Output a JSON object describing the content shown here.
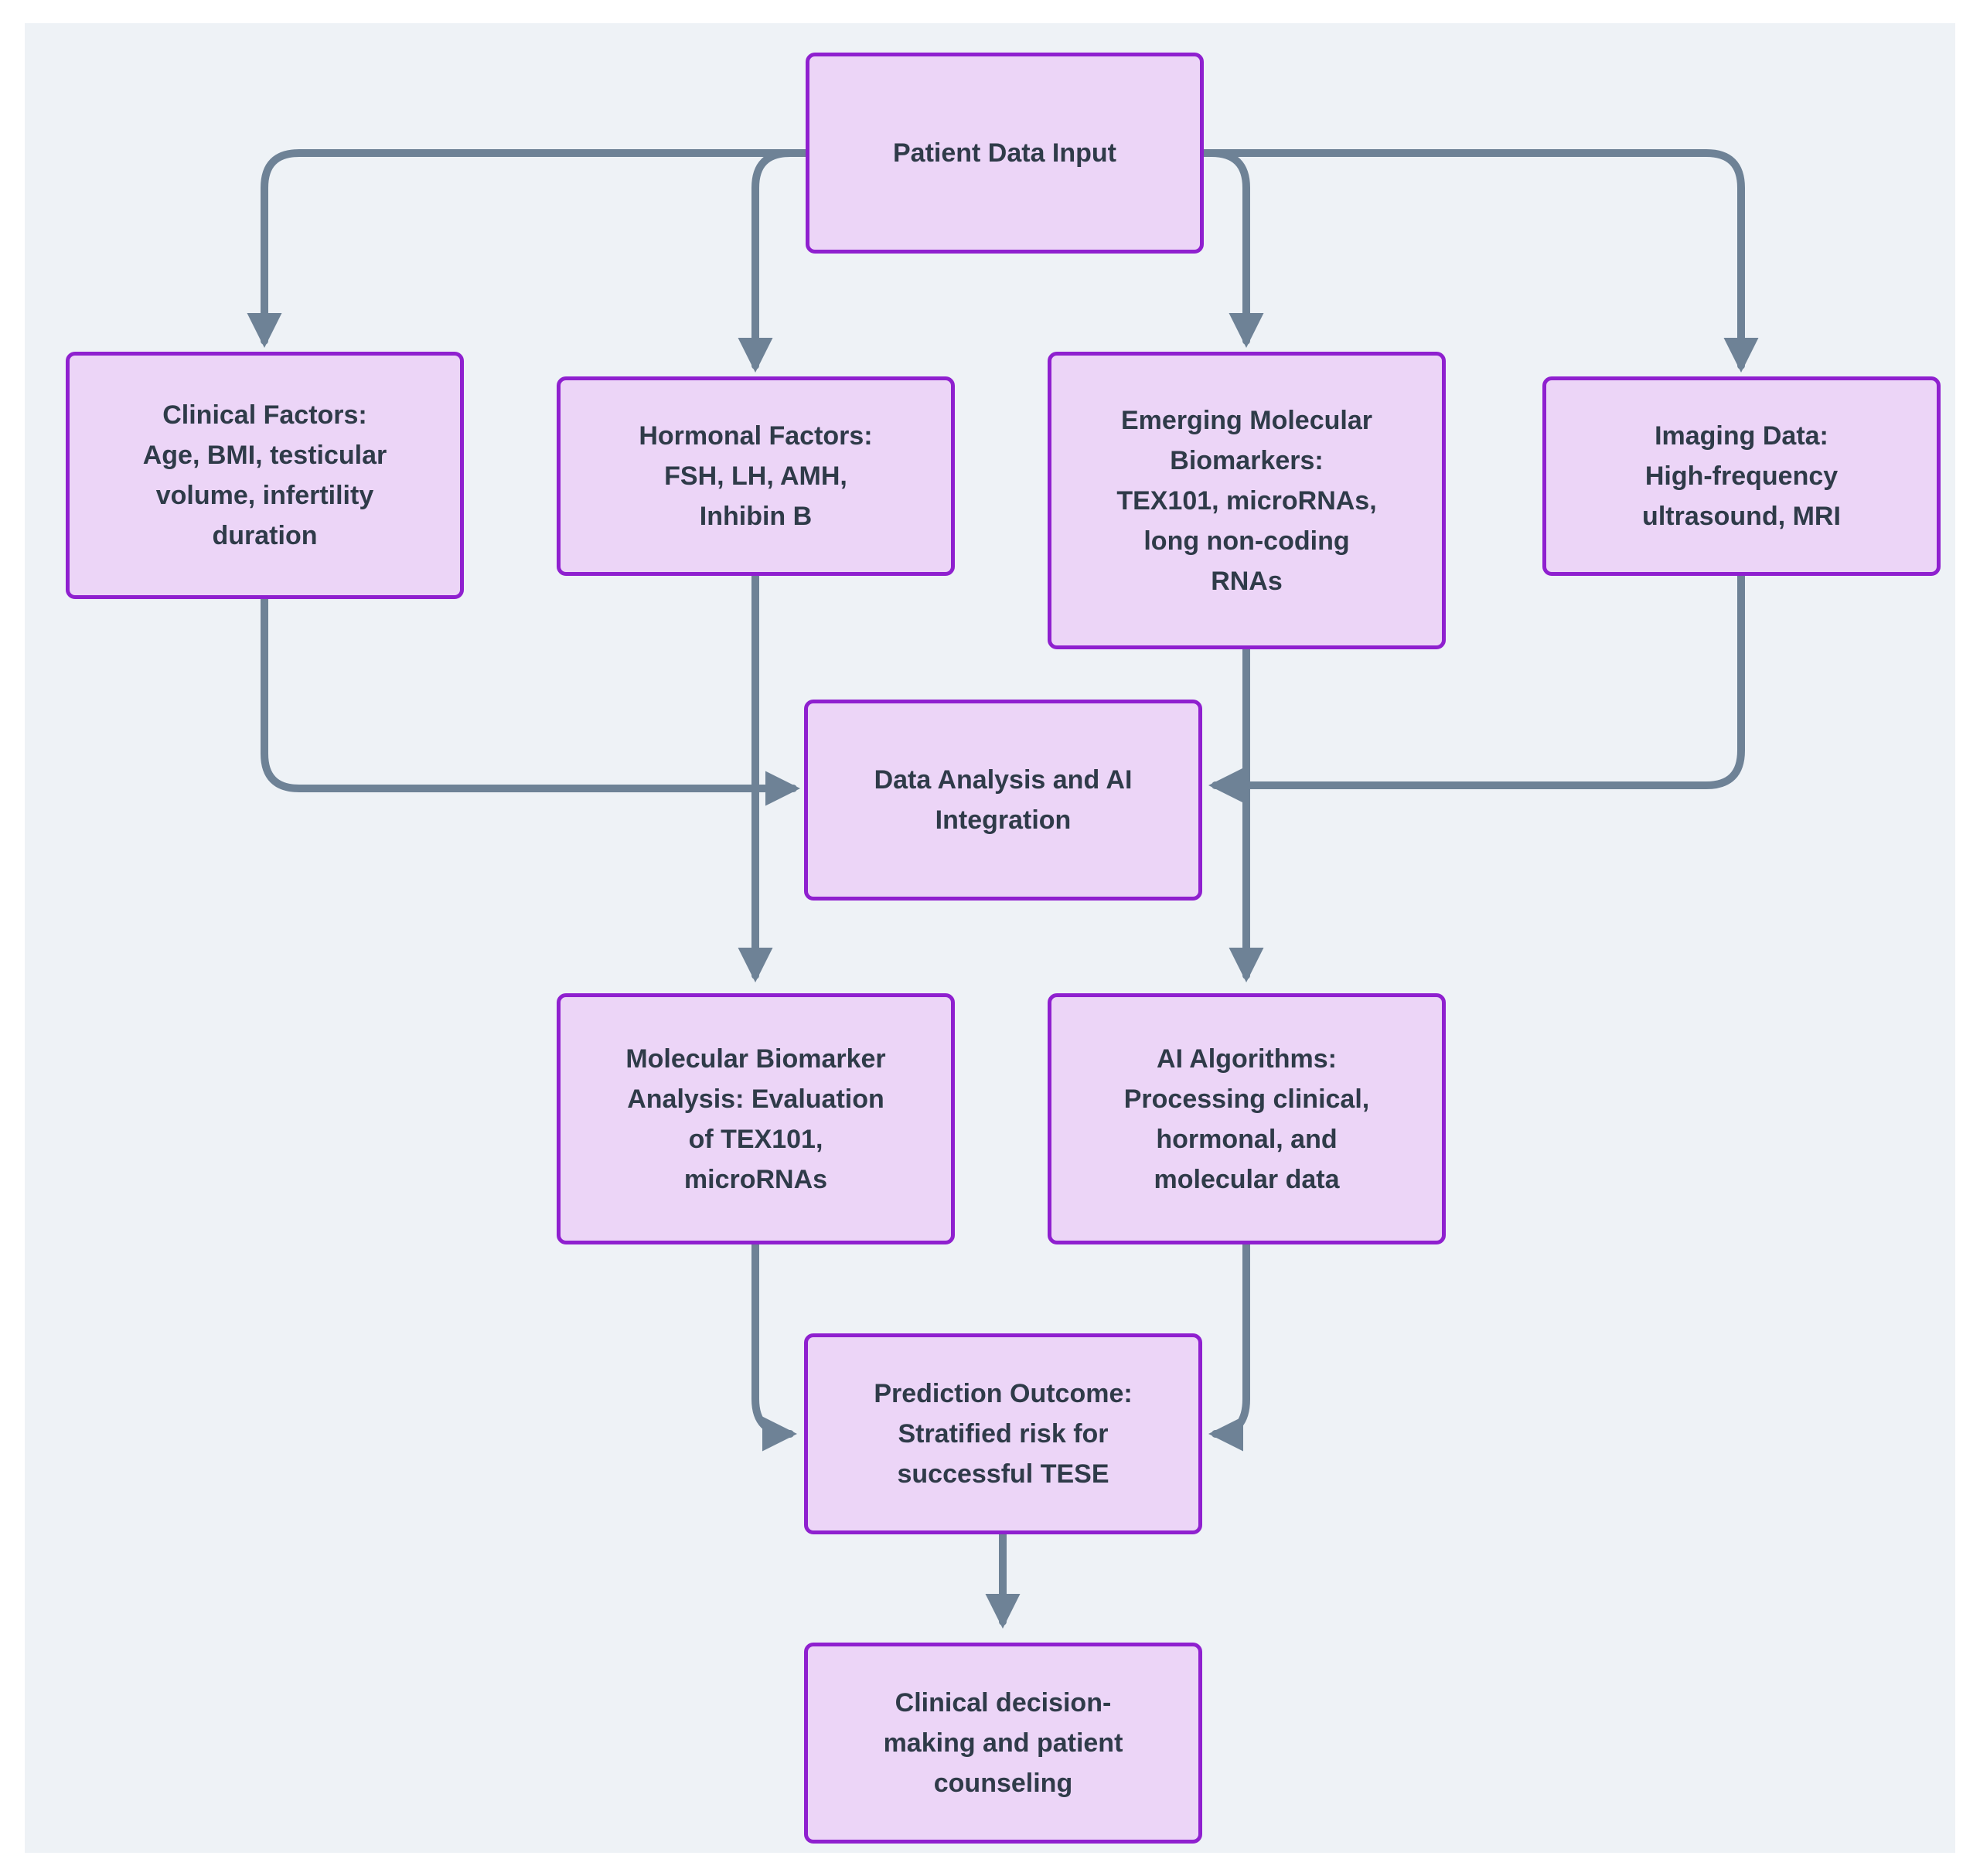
{
  "diagram": {
    "type": "flowchart",
    "background_color": "#eef2f6",
    "node_fill_color": "#ecd5f7",
    "node_border_color": "#8f20cf",
    "node_text_color": "#2f3b49",
    "arrow_color": "#6e8296",
    "nodes": {
      "patient": {
        "label": "Patient Data Input"
      },
      "clinical": {
        "label": "Clinical Factors:\nAge, BMI, testicular\nvolume, infertility\nduration"
      },
      "hormonal": {
        "label": "Hormonal Factors:\nFSH, LH, AMH,\nInhibin B"
      },
      "emerging": {
        "label": "Emerging Molecular\nBiomarkers:\nTEX101, microRNAs,\nlong non-coding\nRNAs"
      },
      "imaging": {
        "label": "Imaging Data:\nHigh-frequency\nultrasound, MRI"
      },
      "analysis": {
        "label": "Data Analysis and AI\nIntegration"
      },
      "molecular": {
        "label": "Molecular Biomarker\nAnalysis: Evaluation\nof TEX101,\nmicroRNAs"
      },
      "ai": {
        "label": "AI Algorithms:\nProcessing clinical,\nhormonal, and\nmolecular data"
      },
      "prediction": {
        "label": "Prediction Outcome:\nStratified risk for\nsuccessful TESE"
      },
      "decision": {
        "label": "Clinical decision-\nmaking and patient\ncounseling"
      }
    },
    "edges": [
      {
        "from": "Patient Data Input",
        "to": "Clinical Factors"
      },
      {
        "from": "Patient Data Input",
        "to": "Hormonal Factors"
      },
      {
        "from": "Patient Data Input",
        "to": "Emerging Molecular Biomarkers"
      },
      {
        "from": "Patient Data Input",
        "to": "Imaging Data"
      },
      {
        "from": "Clinical Factors",
        "to": "Data Analysis and AI Integration"
      },
      {
        "from": "Imaging Data",
        "to": "Data Analysis and AI Integration"
      },
      {
        "from": "Hormonal Factors",
        "to": "Molecular Biomarker Analysis"
      },
      {
        "from": "Emerging Molecular Biomarkers",
        "to": "AI Algorithms"
      },
      {
        "from": "Molecular Biomarker Analysis",
        "to": "Prediction Outcome"
      },
      {
        "from": "AI Algorithms",
        "to": "Prediction Outcome"
      },
      {
        "from": "Prediction Outcome",
        "to": "Clinical decision-making and patient counseling"
      }
    ]
  }
}
